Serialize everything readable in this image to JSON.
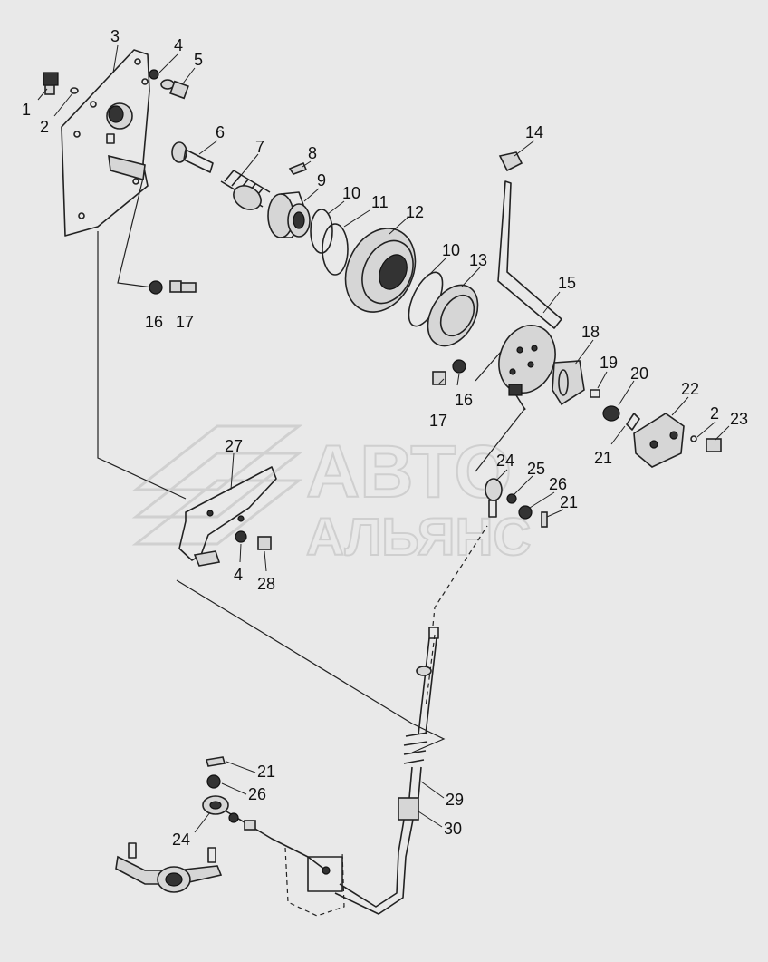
{
  "watermark": {
    "line1": "АВТО",
    "line2": "АЛЬЯНС"
  },
  "callouts": [
    {
      "id": "c1",
      "text": "1"
    },
    {
      "id": "c2a",
      "text": "2"
    },
    {
      "id": "c3",
      "text": "3"
    },
    {
      "id": "c4a",
      "text": "4"
    },
    {
      "id": "c5",
      "text": "5"
    },
    {
      "id": "c6",
      "text": "6"
    },
    {
      "id": "c7",
      "text": "7"
    },
    {
      "id": "c8",
      "text": "8"
    },
    {
      "id": "c9",
      "text": "9"
    },
    {
      "id": "c10a",
      "text": "10"
    },
    {
      "id": "c11",
      "text": "11"
    },
    {
      "id": "c12",
      "text": "12"
    },
    {
      "id": "c10b",
      "text": "10"
    },
    {
      "id": "c13",
      "text": "13"
    },
    {
      "id": "c14",
      "text": "14"
    },
    {
      "id": "c15",
      "text": "15"
    },
    {
      "id": "c16a",
      "text": "16"
    },
    {
      "id": "c17a",
      "text": "17"
    },
    {
      "id": "c16b",
      "text": "16"
    },
    {
      "id": "c17b",
      "text": "17"
    },
    {
      "id": "c18",
      "text": "18"
    },
    {
      "id": "c19",
      "text": "19"
    },
    {
      "id": "c20",
      "text": "20"
    },
    {
      "id": "c21a",
      "text": "21"
    },
    {
      "id": "c22",
      "text": "22"
    },
    {
      "id": "c2b",
      "text": "2"
    },
    {
      "id": "c23",
      "text": "23"
    },
    {
      "id": "c24a",
      "text": "24"
    },
    {
      "id": "c25",
      "text": "25"
    },
    {
      "id": "c26a",
      "text": "26"
    },
    {
      "id": "c21b",
      "text": "21"
    },
    {
      "id": "c27",
      "text": "27"
    },
    {
      "id": "c4b",
      "text": "4"
    },
    {
      "id": "c28",
      "text": "28"
    },
    {
      "id": "c21c",
      "text": "21"
    },
    {
      "id": "c26b",
      "text": "26"
    },
    {
      "id": "c24b",
      "text": "24"
    },
    {
      "id": "c29",
      "text": "29"
    },
    {
      "id": "c30",
      "text": "30"
    }
  ]
}
